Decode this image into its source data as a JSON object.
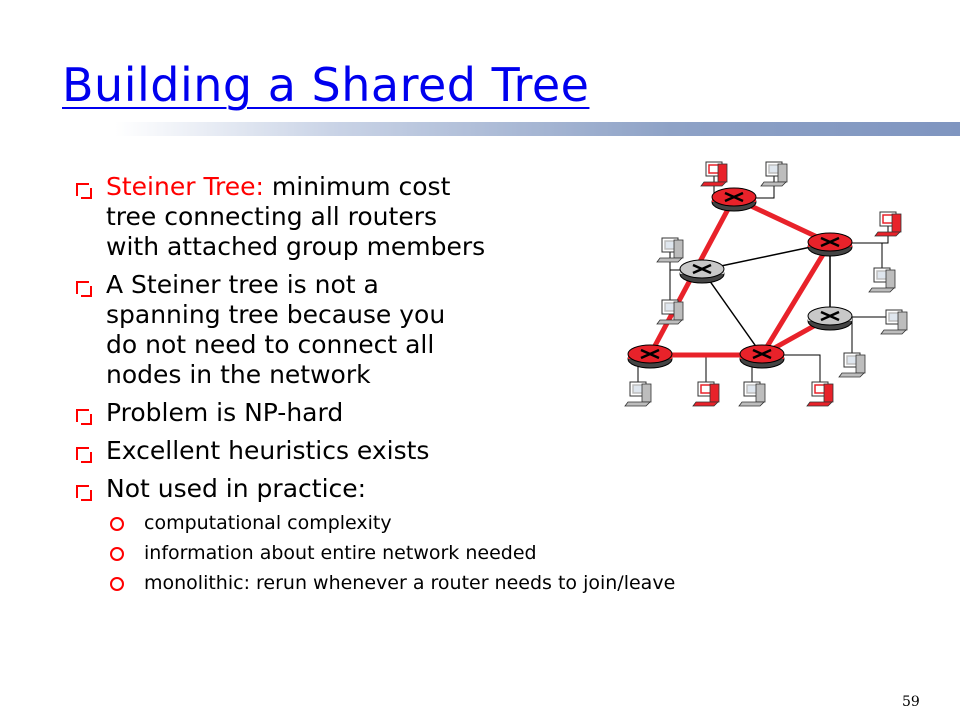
{
  "slide": {
    "title": "Building a Shared Tree",
    "page_number": "59",
    "bullets": [
      {
        "lead": "Steiner Tree:",
        "lines": [
          " minimum cost",
          "tree connecting all routers",
          "with attached group members"
        ]
      },
      {
        "lines": [
          "A Steiner tree is not a",
          "spanning tree because you",
          "do not need to connect all",
          "nodes in the network"
        ]
      },
      {
        "lines": [
          "Problem is NP-hard"
        ]
      },
      {
        "lines": [
          "Excellent heuristics exists"
        ]
      },
      {
        "lines": [
          "Not used in practice:"
        ]
      }
    ],
    "subbullets": [
      "computational complexity",
      "information about entire network needed",
      "monolithic: rerun whenever a router needs to join/leave"
    ]
  },
  "colors": {
    "title": "#0000ee",
    "bullet_marker": "#ff0000",
    "emphasis": "#ff0000",
    "tree_link": "#e8222a",
    "router_in_tree": "#e8222a",
    "router_other": "#c8c8c8",
    "host_member": "#e8222a",
    "host_other": "#bdbdbd"
  },
  "diagram": {
    "routers": [
      {
        "id": "r1",
        "in_tree": true
      },
      {
        "id": "r2",
        "in_tree": true
      },
      {
        "id": "r3",
        "in_tree": false
      },
      {
        "id": "r4",
        "in_tree": false
      },
      {
        "id": "r5",
        "in_tree": true
      },
      {
        "id": "r6",
        "in_tree": true
      }
    ],
    "links": [
      {
        "from": "r1",
        "to": "r2",
        "tree": true
      },
      {
        "from": "r1",
        "to": "r5",
        "tree": true
      },
      {
        "from": "r2",
        "to": "r6",
        "tree": true
      },
      {
        "from": "r3",
        "to": "r6",
        "tree": true
      },
      {
        "from": "r5",
        "to": "r6",
        "tree": true
      },
      {
        "from": "r2",
        "to": "r3",
        "tree": false
      },
      {
        "from": "r2",
        "to": "r4",
        "tree": false
      },
      {
        "from": "r4",
        "to": "r6",
        "tree": false
      }
    ],
    "hosts": [
      {
        "router": "r1",
        "member": true
      },
      {
        "router": "r1",
        "member": false
      },
      {
        "router": "r2",
        "member": true
      },
      {
        "router": "r2",
        "member": false
      },
      {
        "router": "r3",
        "member": false
      },
      {
        "router": "r3",
        "member": false
      },
      {
        "router": "r4",
        "member": false
      },
      {
        "router": "r4",
        "member": false
      },
      {
        "router": "r5",
        "member": false
      },
      {
        "router": "r5",
        "member": true
      },
      {
        "router": "r6",
        "member": false
      },
      {
        "router": "r6",
        "member": true
      }
    ]
  }
}
